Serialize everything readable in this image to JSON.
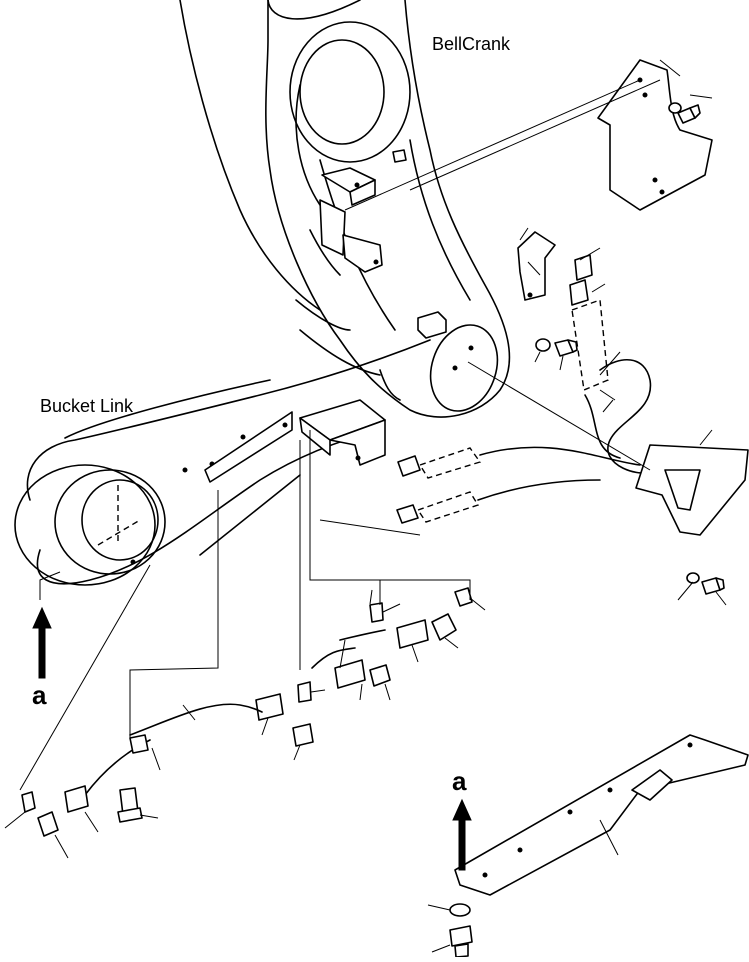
{
  "labels": {
    "bellcrank": "BellCrank",
    "bucket_link": "Bucket Link",
    "view_a_left": "a",
    "view_a_right": "a"
  },
  "colors": {
    "line": "#000000",
    "background": "#ffffff"
  }
}
